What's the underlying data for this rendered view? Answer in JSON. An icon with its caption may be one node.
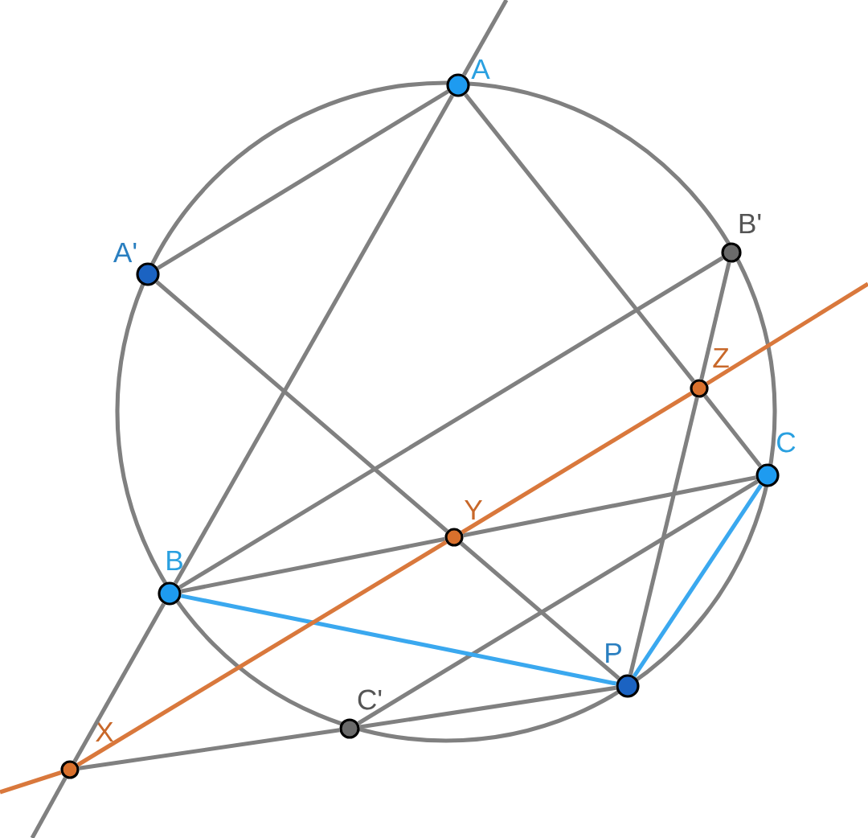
{
  "diagram": {
    "nodes": [
      {
        "text": [
          "A"
        ]
      },
      {
        "text": [
          "A'"
        ]
      },
      {
        "text": [
          "B'"
        ]
      },
      {
        "text": [
          "Z"
        ]
      },
      {
        "text": [
          "C"
        ]
      },
      {
        "text": [
          "Y"
        ]
      },
      {
        "text": [
          "B"
        ]
      },
      {
        "text": [
          "P"
        ]
      },
      {
        "text": [
          "C'"
        ]
      },
      {
        "text": [
          "X"
        ]
      }
    ],
    "edges": [
      {
        "from": 0,
        "to": 6,
        "arrow": "none"
      },
      {
        "from": 6,
        "to": 9,
        "arrow": "none"
      },
      {
        "from": null,
        "to": 0,
        "arrow": "none"
      },
      {
        "from": 9,
        "to": null,
        "arrow": "none"
      },
      {
        "from": 0,
        "to": 1,
        "arrow": "none"
      },
      {
        "from": 0,
        "to": 3,
        "arrow": "none"
      },
      {
        "from": 3,
        "to": 4,
        "arrow": "none"
      },
      {
        "from": 1,
        "to": 5,
        "arrow": "none"
      },
      {
        "from": 5,
        "to": 7,
        "arrow": "none"
      },
      {
        "from": 2,
        "to": 6,
        "arrow": "none"
      },
      {
        "from": 2,
        "to": 3,
        "arrow": "none"
      },
      {
        "from": 3,
        "to": 7,
        "arrow": "none"
      },
      {
        "from": 6,
        "to": 5,
        "arrow": "none"
      },
      {
        "from": 5,
        "to": 4,
        "arrow": "none"
      },
      {
        "from": 4,
        "to": 8,
        "arrow": "none"
      },
      {
        "from": 9,
        "to": 8,
        "arrow": "none"
      },
      {
        "from": 8,
        "to": 7,
        "arrow": "none"
      },
      {
        "from": 6,
        "to": 7,
        "arrow": "none",
        "color": "#3aa8ef"
      },
      {
        "from": 4,
        "to": 7,
        "arrow": "none",
        "color": "#3aa8ef"
      },
      {
        "from": 9,
        "to": 5,
        "arrow": "none",
        "color": "#d9783c"
      },
      {
        "from": 5,
        "to": 3,
        "arrow": "none",
        "color": "#d9783c"
      },
      {
        "from": null,
        "to": 9,
        "arrow": "none",
        "color": "#d9783c"
      },
      {
        "from": 3,
        "to": null,
        "arrow": "none",
        "color": "#d9783c"
      }
    ]
  }
}
